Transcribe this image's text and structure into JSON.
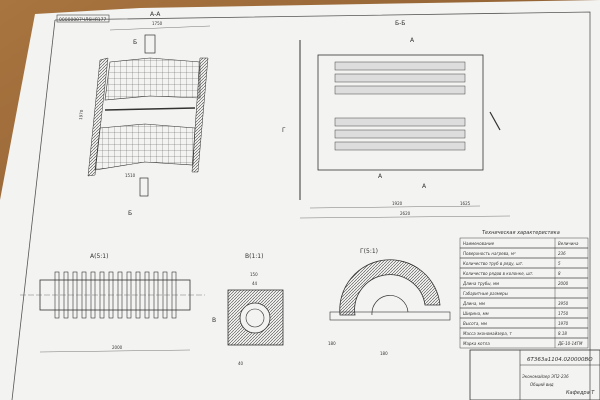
{
  "stamp_top": "00000007ЧЛ6НЯ177",
  "views": {
    "section_aa": "А-А",
    "section_bb": "Б-Б",
    "detail_a": "А(5:1)",
    "detail_v": "В(1:1)",
    "detail_g": "Г(5:1)",
    "marker_a": "А",
    "marker_b": "Б",
    "marker_g": "Г",
    "marker_v": "В"
  },
  "dimensions": {
    "aa_width": "1750",
    "aa_height": "1970",
    "aa_base": "1510",
    "bb_total": "2620",
    "bb_span": "1920",
    "bb_right": "1625",
    "a_length": "2000",
    "v_width": "150",
    "v_inner": "44",
    "v_small": "40",
    "g_radius": "180",
    "g_height": "180"
  },
  "tech_table": {
    "title": "Техническая характеристика",
    "headers": [
      "Наименование",
      "Величина"
    ],
    "rows": [
      [
        "Поверхность нагрева, м²",
        "236"
      ],
      [
        "Количество труб в ряду, шт.",
        "5"
      ],
      [
        "Количество рядов в колонке, шт.",
        "8"
      ],
      [
        "Длина трубы, мм",
        "2000"
      ],
      [
        "Габаритные размеры",
        ""
      ],
      [
        "Длина, мм",
        "3950"
      ],
      [
        "Ширина, мм",
        "1750"
      ],
      [
        "Высота, мм",
        "1970"
      ],
      [
        "Масса экономайзера, т",
        "8.18"
      ],
      [
        "Марка котла",
        "ДЕ-10-14ГМ"
      ]
    ]
  },
  "title_block": {
    "code": "6Т363а1104.020000ВО",
    "name_line1": "Экономайзер ЭП2-236",
    "name_line2": "Общий вид",
    "dept": "Кафедра Т"
  }
}
